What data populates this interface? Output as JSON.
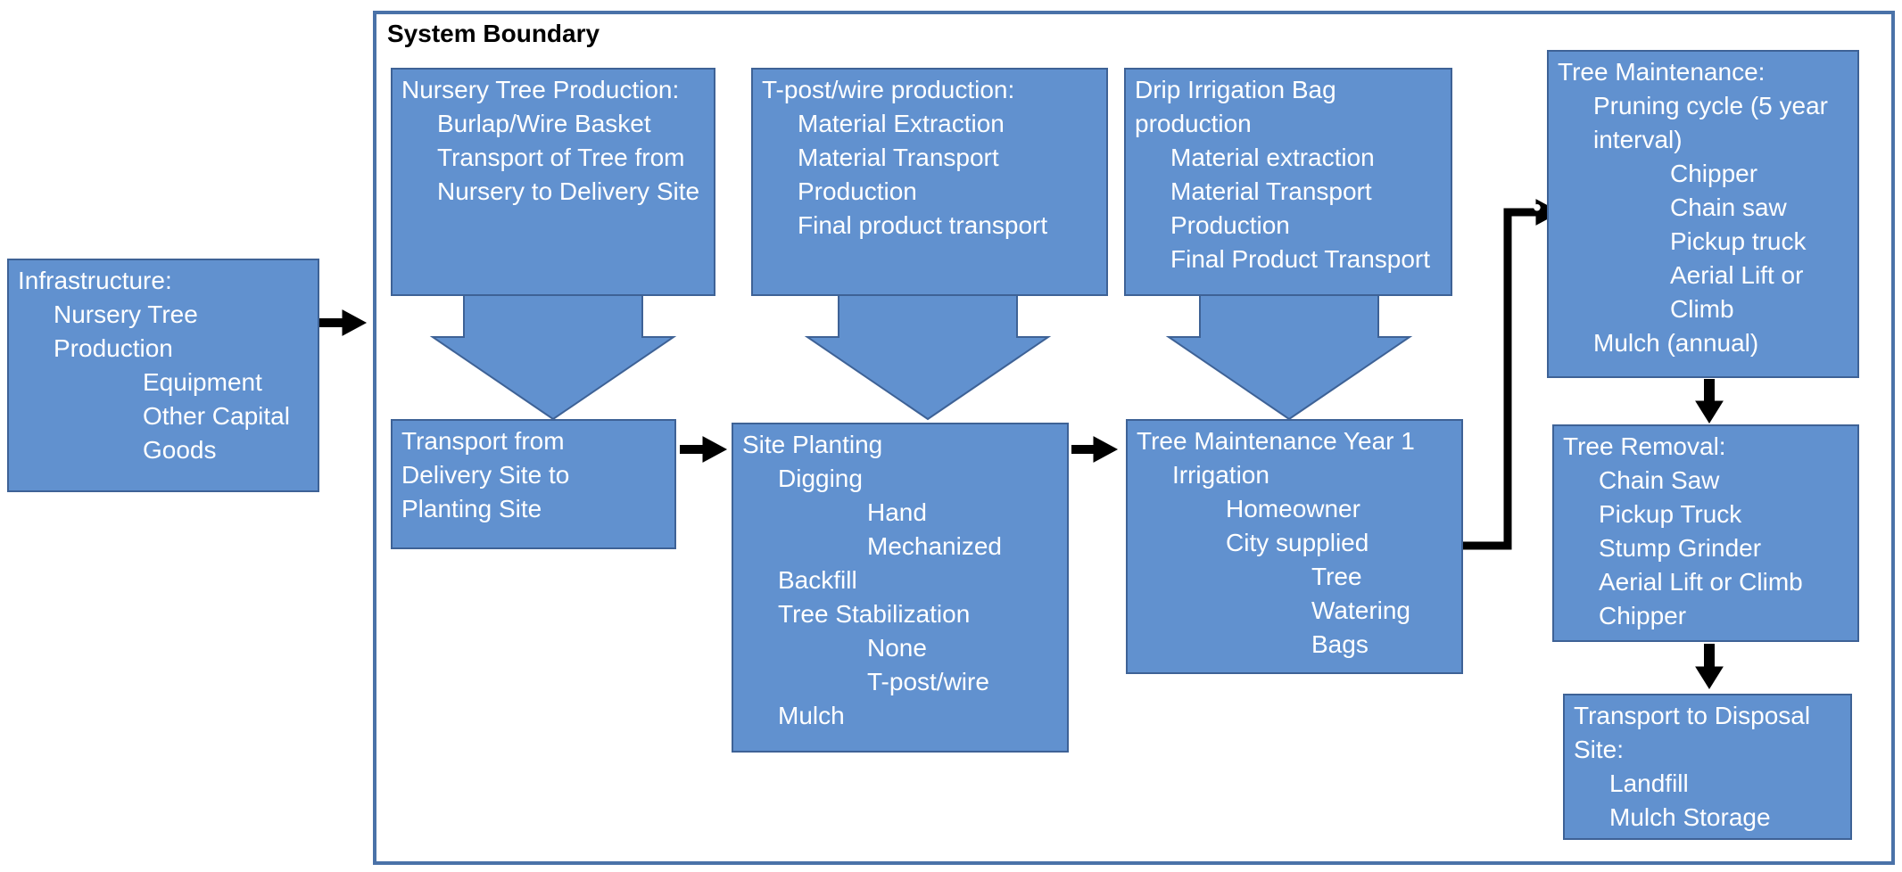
{
  "boundary": {
    "title": "System Boundary"
  },
  "boxes": {
    "infrastructure": {
      "title": "Infrastructure:",
      "items": [
        {
          "text": "Nursery Tree\nProduction",
          "level": 1
        },
        {
          "text": "Equipment",
          "level": 2
        },
        {
          "text": "Other Capital\nGoods",
          "level": 2
        }
      ]
    },
    "nursery": {
      "title": "Nursery Tree Production:",
      "items": [
        {
          "text": "Burlap/Wire Basket",
          "level": 1
        },
        {
          "text": "Transport of Tree from\nNursery to Delivery Site",
          "level": 1
        }
      ]
    },
    "tpost": {
      "title": "T-post/wire production:",
      "items": [
        {
          "text": "Material Extraction",
          "level": 1
        },
        {
          "text": "Material Transport",
          "level": 1
        },
        {
          "text": "Production",
          "level": 1
        },
        {
          "text": "Final product transport",
          "level": 1
        }
      ]
    },
    "drip": {
      "title": "Drip Irrigation Bag\nproduction",
      "items": [
        {
          "text": "Material extraction",
          "level": 1
        },
        {
          "text": "Material Transport",
          "level": 1
        },
        {
          "text": "Production",
          "level": 1
        },
        {
          "text": "Final Product Transport",
          "level": 1
        }
      ]
    },
    "transport_delivery": {
      "title": "Transport from\nDelivery Site to\nPlanting Site",
      "items": []
    },
    "site_planting": {
      "title": "Site Planting",
      "items": [
        {
          "text": "Digging",
          "level": 1
        },
        {
          "text": "Hand",
          "level": 3
        },
        {
          "text": "Mechanized",
          "level": 3
        },
        {
          "text": "Backfill",
          "level": 1
        },
        {
          "text": "Tree Stabilization",
          "level": 1
        },
        {
          "text": "None",
          "level": 3
        },
        {
          "text": "T-post/wire",
          "level": 3
        },
        {
          "text": "Mulch",
          "level": 1
        }
      ]
    },
    "maint_year1": {
      "title": "Tree Maintenance Year 1",
      "items": [
        {
          "text": "Irrigation",
          "level": 1
        },
        {
          "text": "Homeowner",
          "level": 2
        },
        {
          "text": "City supplied",
          "level": 2
        },
        {
          "text": "Tree\nWatering\nBags",
          "level": 3
        }
      ]
    },
    "tree_maint": {
      "title": "Tree Maintenance:",
      "items": [
        {
          "text": "Pruning cycle (5 year\ninterval)",
          "level": 1
        },
        {
          "text": "Chipper",
          "level": 3
        },
        {
          "text": "Chain saw",
          "level": 3
        },
        {
          "text": "Pickup truck",
          "level": 3
        },
        {
          "text": "Aerial Lift or\nClimb",
          "level": 3
        },
        {
          "text": "Mulch (annual)",
          "level": 1
        }
      ]
    },
    "tree_removal": {
      "title": "Tree Removal:",
      "items": [
        {
          "text": "Chain Saw",
          "level": 1
        },
        {
          "text": "Pickup Truck",
          "level": 1
        },
        {
          "text": "Stump Grinder",
          "level": 1
        },
        {
          "text": "Aerial Lift or Climb",
          "level": 1
        },
        {
          "text": "Chipper",
          "level": 1
        }
      ]
    },
    "disposal": {
      "title": "Transport to Disposal\nSite:",
      "items": [
        {
          "text": "Landfill",
          "level": 1
        },
        {
          "text": "Mulch Storage",
          "level": 1
        }
      ]
    }
  },
  "colors": {
    "box_fill": "#6191cf",
    "box_border": "#3e6296",
    "boundary": "#4a72a8",
    "arrow": "#000000"
  }
}
